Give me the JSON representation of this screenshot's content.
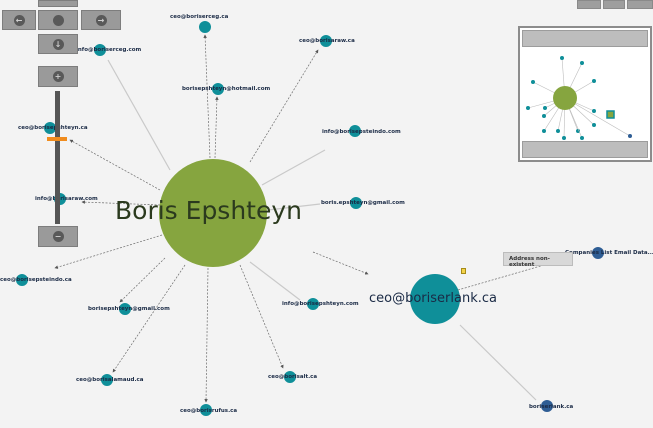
{
  "graph": {
    "center": {
      "label": "Boris Epshteyn",
      "color": "#86a53f"
    },
    "focus": {
      "label": "ceo@boriserlank.ca",
      "color": "#0f8f99"
    },
    "nodes": [
      {
        "label": "ceo@boriserceg.ca"
      },
      {
        "label": "ceo@borisaraw.ca"
      },
      {
        "label": "ceo@borisepshteyn.ca"
      },
      {
        "label": "borisepshteyn@hotmail.com"
      },
      {
        "label": "info@borisepsteindo.com"
      },
      {
        "label": "info@borisaraw.com"
      },
      {
        "label": "boris.epshteyn@gmail.com"
      },
      {
        "label": "ceo@borisepsteindo.ca"
      },
      {
        "label": "borisepshteyn@gmail.com"
      },
      {
        "label": "info@borisepshteyn.com"
      },
      {
        "label": "ceo@borisalamaud.ca"
      },
      {
        "label": "ceo@borisrufus.ca"
      },
      {
        "label": "ceo@borisalt.ca"
      },
      {
        "label": "info@boriserceg.com"
      },
      {
        "label": "boriserlank.ca"
      },
      {
        "label": "Companies List Email Data..."
      }
    ],
    "colors": {
      "node": "#0f8f99",
      "edge": "#6b6b6b",
      "dark_node": "#2e5d94"
    }
  },
  "tooltip": {
    "text": "Address non-existent"
  },
  "controls": {
    "pan_up": "up-arrow-icon",
    "pan_left": "left-arrow-icon",
    "pan_center": "center-dot-icon",
    "pan_right": "right-arrow-icon",
    "pan_down": "down-arrow-icon",
    "zoom_in": "plus-icon",
    "zoom_out": "minus-icon",
    "zoom_in_glyph": "+",
    "zoom_out_glyph": "−",
    "left_glyph": "←",
    "right_glyph": "→",
    "down_glyph": "↓",
    "zoom_level": 0.64
  }
}
